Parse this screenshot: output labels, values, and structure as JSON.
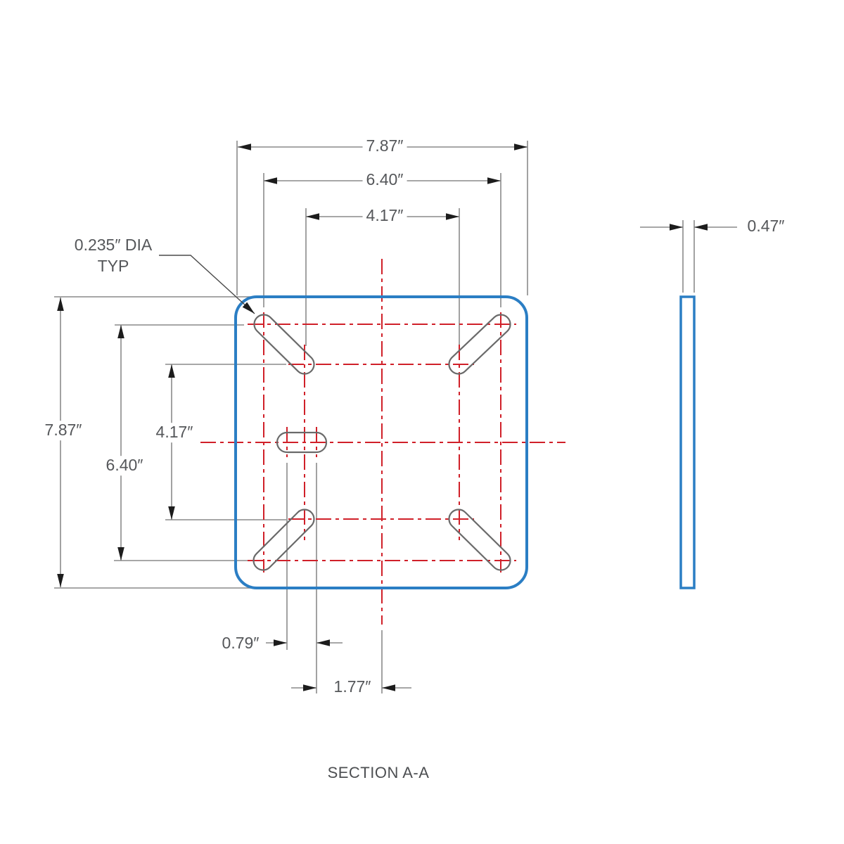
{
  "drawing": {
    "title": "SECTION A-A",
    "units": "inches",
    "labels": {
      "top_outer": "7.87″",
      "top_mid": "6.40″",
      "top_inner": "4.17″",
      "left_outer": "7.87″",
      "left_mid": "6.40″",
      "left_inner": "4.17″",
      "center_slot_length": "0.79″",
      "center_slot_offset": "1.77″",
      "thickness": "0.47″",
      "hole_note_line1": "0.235″ DIA",
      "hole_note_line2": "TYP"
    },
    "values": {
      "plate_width_in": 7.87,
      "plate_height_in": 7.87,
      "slot_outer_span_in": 6.4,
      "slot_inner_span_in": 4.17,
      "center_slot_length_in": 0.79,
      "center_slot_offset_in": 1.77,
      "thickness_in": 0.47,
      "hole_diameter_in": 0.235
    },
    "colors": {
      "plate_outline": "#2b7ec4",
      "centerline": "#d02029",
      "feature_line": "#6a6a6a",
      "dimension_line": "#8a8a8a",
      "arrowhead": "#1c1c1c",
      "text": "#55575a"
    }
  }
}
